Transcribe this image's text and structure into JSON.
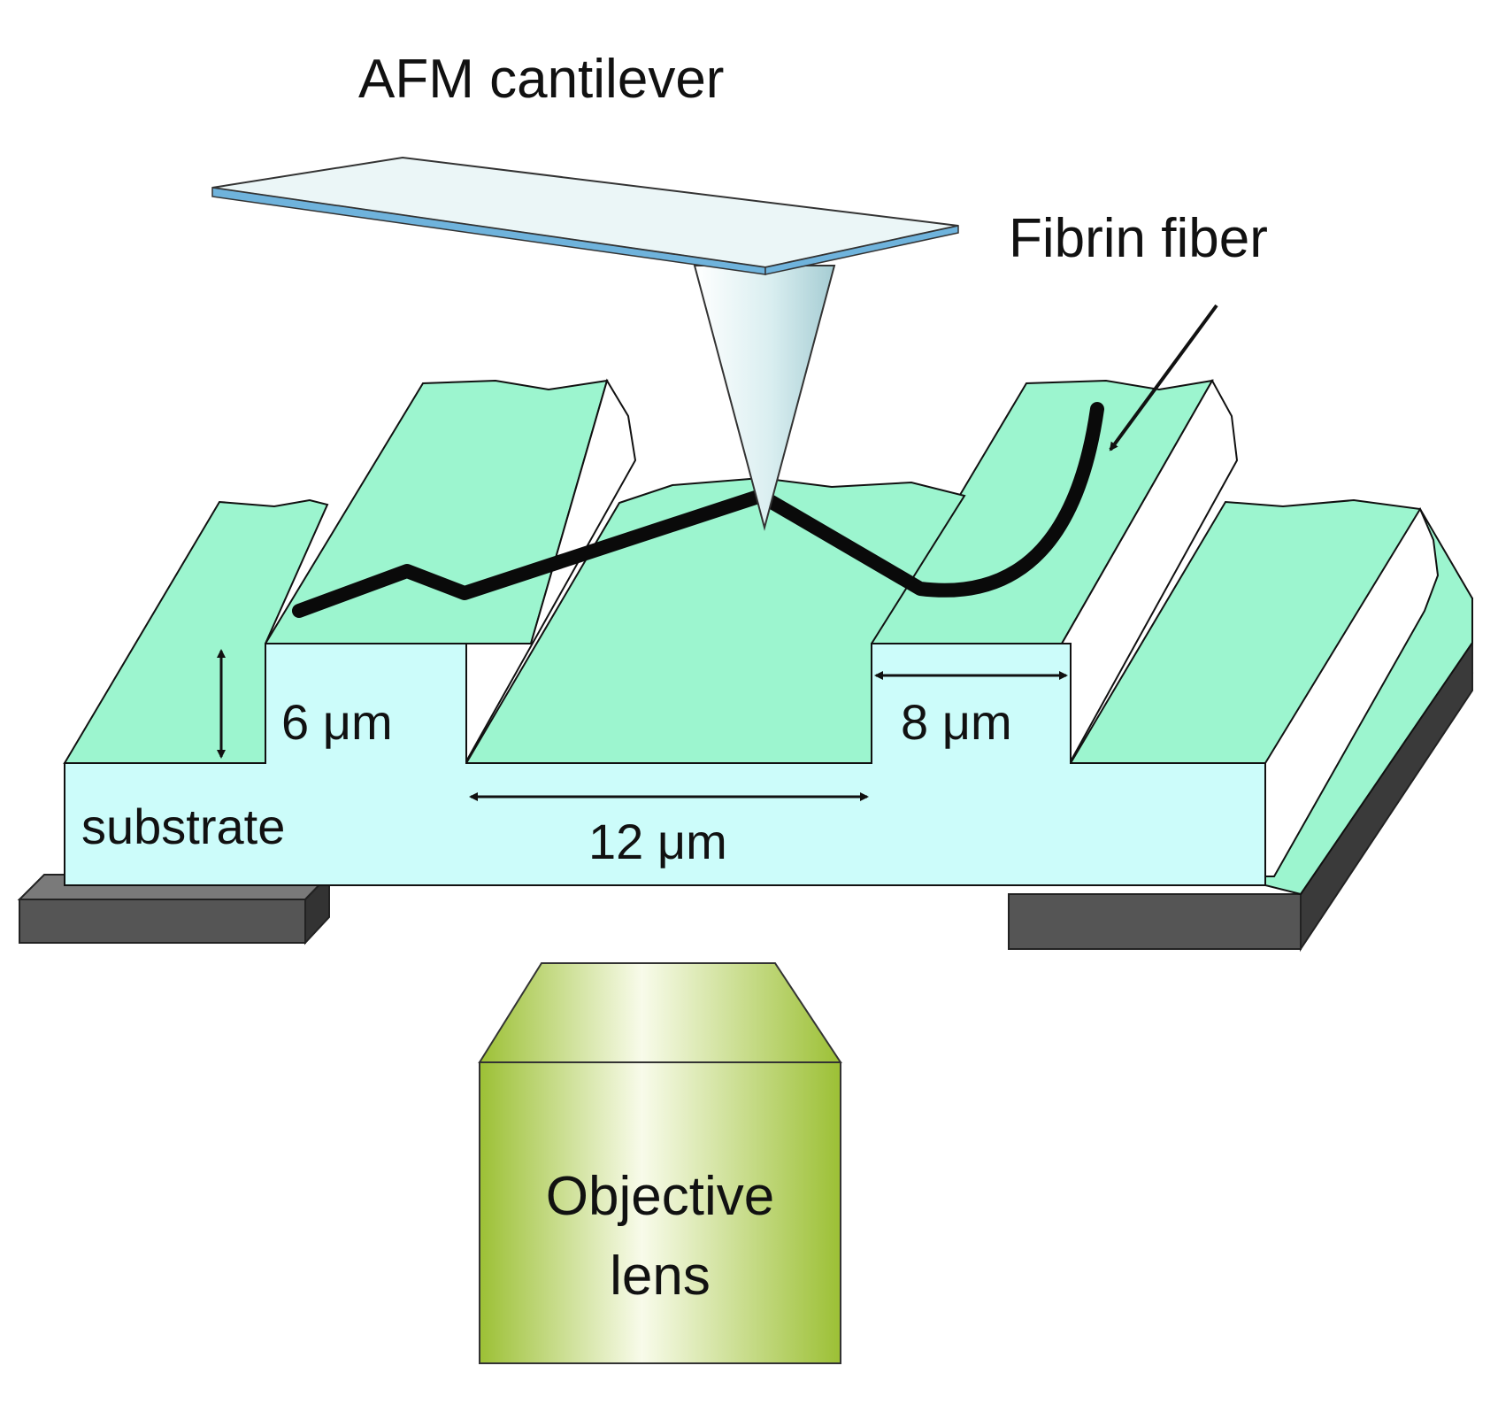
{
  "labels": {
    "cantilever": "AFM cantilever",
    "fiber": "Fibrin fiber",
    "substrate": "substrate",
    "ridge_height": "6 μm",
    "ridge_width": "8 μm",
    "channel_width": "12 μm",
    "objective_line1": "Objective",
    "objective_line2": "lens"
  },
  "colors": {
    "ridge_top": "#9cf5cf",
    "substrate_face": "#ccfcfa",
    "support": "#555555",
    "cantilever": "#ebf6f7",
    "cantilever_edge": "#6fb3dc",
    "fiber": "#0a0a0a",
    "objective": "#a8c83a"
  }
}
